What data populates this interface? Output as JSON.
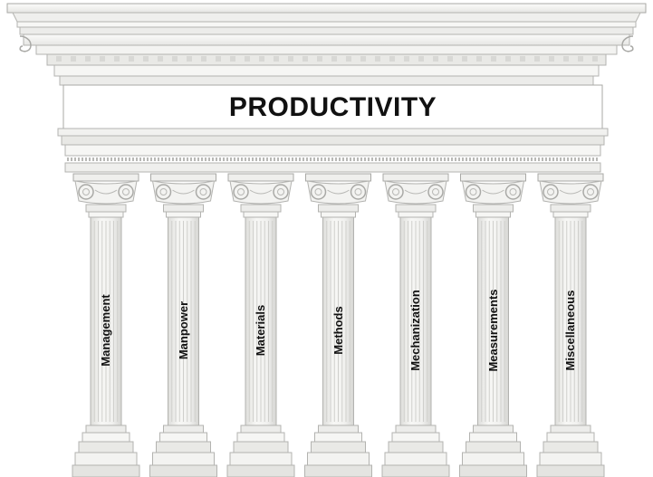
{
  "title": "PRODUCTIVITY",
  "pillars": [
    {
      "label": "Management"
    },
    {
      "label": "Manpower"
    },
    {
      "label": "Materials"
    },
    {
      "label": "Methods"
    },
    {
      "label": "Mechanization"
    },
    {
      "label": "Measurements"
    },
    {
      "label": "Miscellaneous"
    }
  ],
  "colors": {
    "stone_fill": "#f4f4f2",
    "stone_edge": "#a9a9a6",
    "stone_shadow": "#c9c9c6",
    "text": "#111111"
  }
}
